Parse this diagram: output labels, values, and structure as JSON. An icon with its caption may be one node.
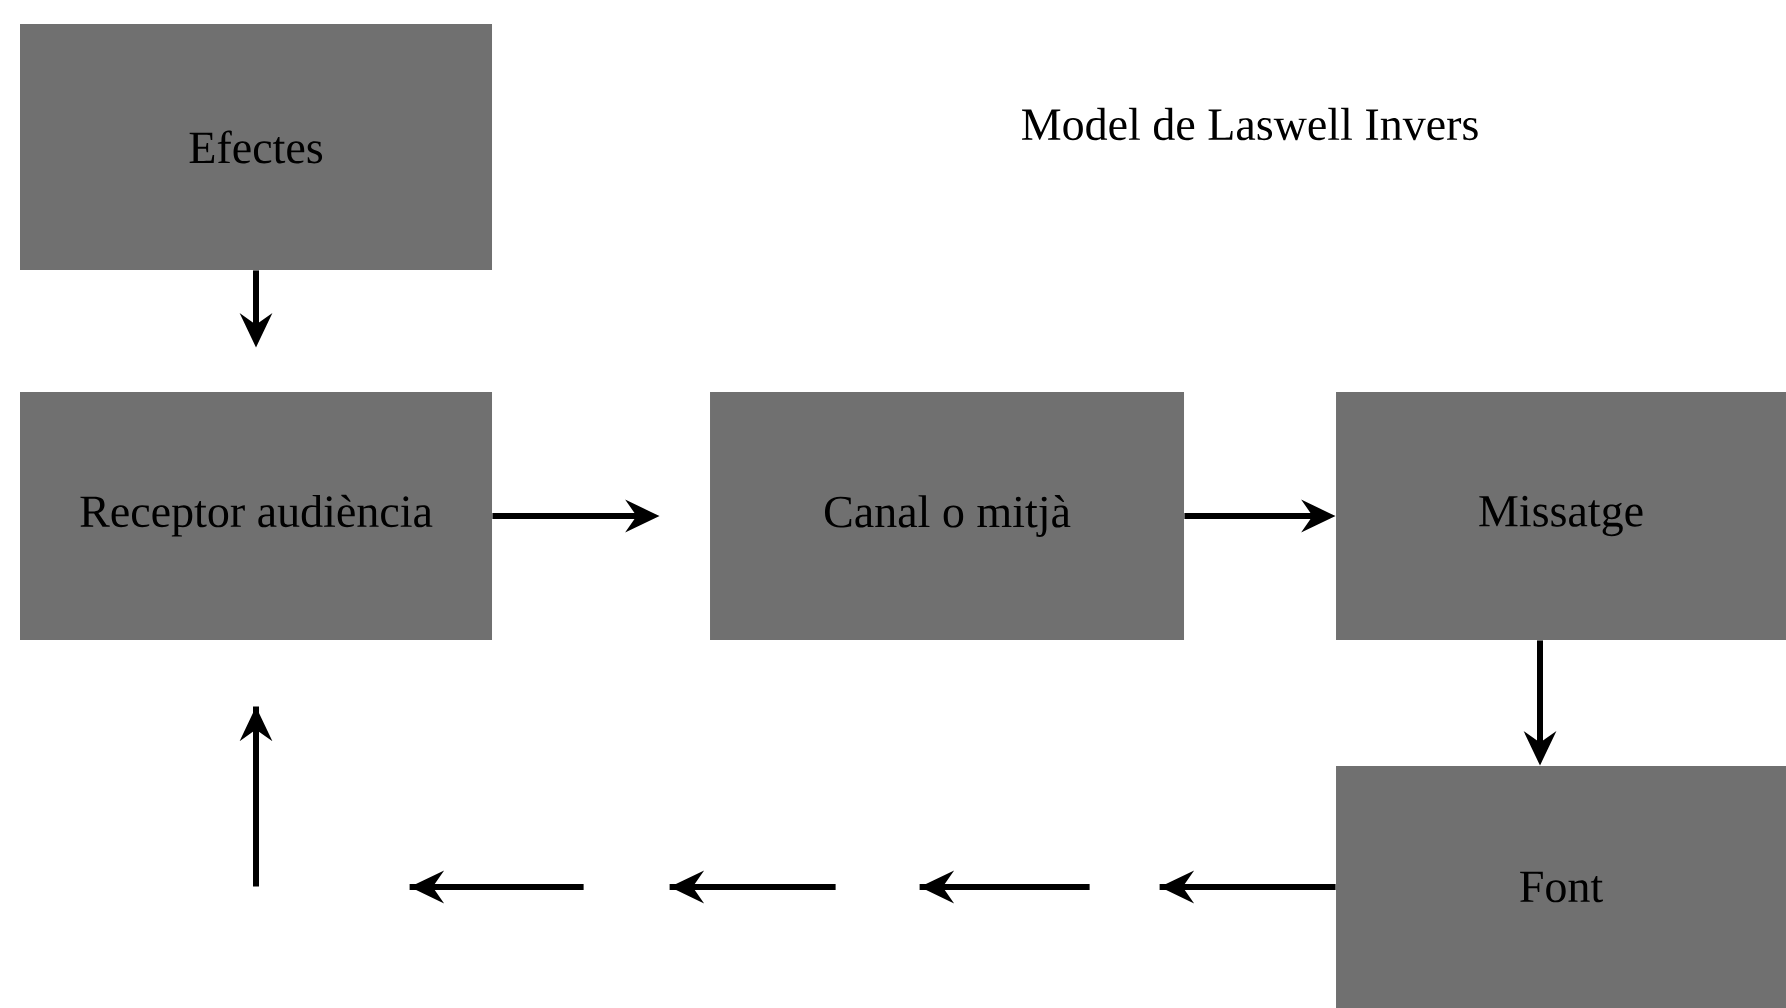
{
  "diagram": {
    "title": "Model de Laswell Invers",
    "nodes": [
      {
        "text": [
          "Efectes"
        ]
      },
      {
        "text": [
          "Receptor audiència"
        ]
      },
      {
        "text": [
          "Canal o mitjà"
        ]
      },
      {
        "text": [
          "Missatge"
        ]
      },
      {
        "text": [
          "Font"
        ]
      }
    ],
    "edges": [
      {
        "from": 0,
        "to": 1,
        "arrow": "to"
      },
      {
        "from": 1,
        "to": 2,
        "arrow": "to"
      },
      {
        "from": 2,
        "to": 3,
        "arrow": "to"
      },
      {
        "from": 3,
        "to": 4,
        "arrow": "to"
      },
      {
        "from": 4,
        "to": 1,
        "arrow": "to",
        "style": "dashed"
      }
    ]
  }
}
